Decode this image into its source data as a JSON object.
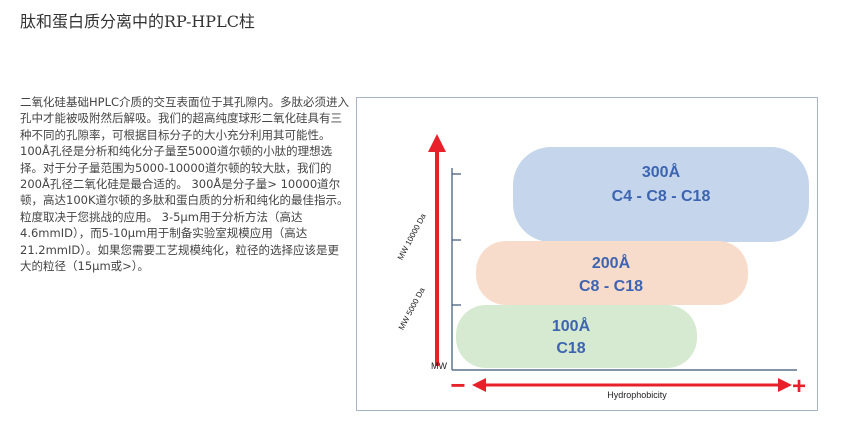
{
  "page": {
    "title": "肽和蛋白质分离中的RP-HPLC柱"
  },
  "description": {
    "paragraphs": [
      "二氧化硅基础HPLC介质的交互表面位于其孔隙内。多肽必须进入孔中才能被吸附然后解吸。我们的超高纯度球形二氧化硅具有三种不同的孔隙率，可根据目标分子的大小充分利用其可能性。",
      "100Å孔径是分析和纯化分子量至5000道尔顿的小肽的理想选择。对于分子量范围为5000-10000道尔顿的较大肽，我们的200Å孔径二氧化硅是最合适的。 300Å是分子量> 10000道尔顿，高达100K道尔顿的多肽和蛋白质的分析和纯化的最佳指示。",
      "粒度取决于您挑战的应用。 3-5μm用于分析方法（高达4.6mmID），而5-10μm用于制备实验室规模应用（高达21.2mmID）。如果您需要工艺规模纯化，粒径的选择应该是更大的粒径（15μm或>）。"
    ]
  },
  "diagram": {
    "y_axis_label": "MW",
    "y_tick_5000": "MW 5000 Da",
    "y_tick_10000": "MW 10000 Da",
    "x_axis_label": "Hydrophobicity",
    "minus_sign": "−",
    "plus_sign": "+",
    "colors": {
      "axis_arrow": "#e8202a",
      "axis_line": "#3a5478",
      "box_300": "#c5d6ec",
      "box_200": "#f8dccb",
      "box_100": "#d5ead0",
      "box_text": "#3d64b0"
    },
    "boxes": [
      {
        "pore": "300Å",
        "phases": "C4 - C8 - C18"
      },
      {
        "pore": "200Å",
        "phases": "C8 - C18"
      },
      {
        "pore": "100Å",
        "phases": "C18"
      }
    ]
  }
}
